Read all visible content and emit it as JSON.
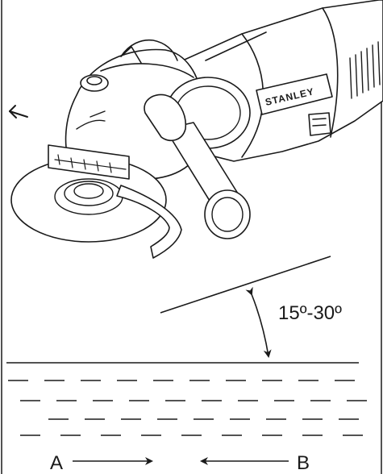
{
  "brand": "STANLEY",
  "angle_label": "15º-30º",
  "label_a": "A",
  "label_b": "B",
  "line_color": "#1a1a1a",
  "tool_fill": "#ffffff"
}
